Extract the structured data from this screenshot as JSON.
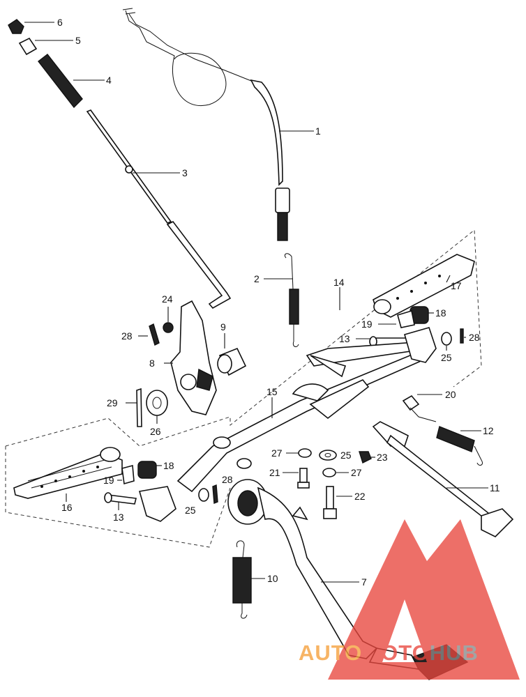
{
  "callouts": [
    {
      "num": "1"
    },
    {
      "num": "2"
    },
    {
      "num": "3"
    },
    {
      "num": "4"
    },
    {
      "num": "5"
    },
    {
      "num": "6"
    },
    {
      "num": "7"
    },
    {
      "num": "8"
    },
    {
      "num": "9"
    },
    {
      "num": "10"
    },
    {
      "num": "11"
    },
    {
      "num": "12"
    },
    {
      "num": "13"
    },
    {
      "num": "13"
    },
    {
      "num": "14"
    },
    {
      "num": "15"
    },
    {
      "num": "16"
    },
    {
      "num": "17"
    },
    {
      "num": "18"
    },
    {
      "num": "18"
    },
    {
      "num": "19"
    },
    {
      "num": "19"
    },
    {
      "num": "20"
    },
    {
      "num": "21"
    },
    {
      "num": "22"
    },
    {
      "num": "23"
    },
    {
      "num": "24"
    },
    {
      "num": "25"
    },
    {
      "num": "25"
    },
    {
      "num": "25"
    },
    {
      "num": "26"
    },
    {
      "num": "27"
    },
    {
      "num": "27"
    },
    {
      "num": "28"
    },
    {
      "num": "28"
    },
    {
      "num": "28"
    },
    {
      "num": "29"
    }
  ],
  "watermark": {
    "text_part1": "AUTO",
    "text_part2": "MOTO",
    "text_part3": "HUB",
    "color_orange": "#f5a03a",
    "color_red": "#e8473e",
    "color_gray": "#8a8a8a"
  }
}
